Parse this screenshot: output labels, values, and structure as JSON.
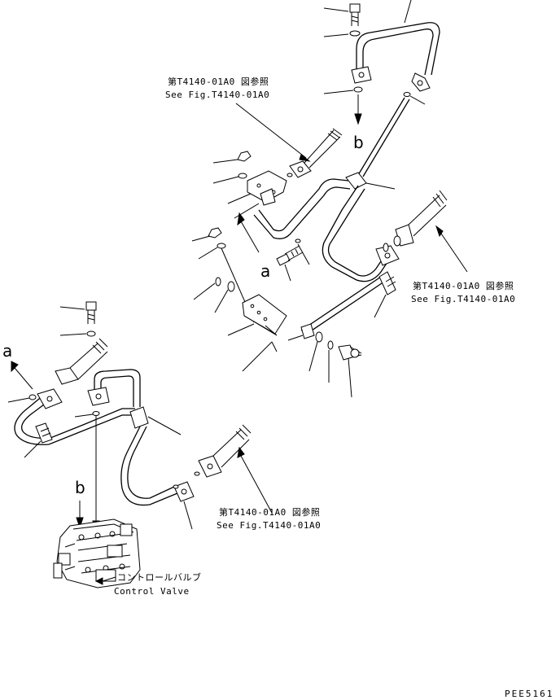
{
  "callouts": {
    "top": {
      "jp": "第T4140-01A0 図参照",
      "en": "See Fig.T4140-01A0"
    },
    "right": {
      "jp": "第T4140-01A0 図参照",
      "en": "See Fig.T4140-01A0"
    },
    "bottom": {
      "jp": "第T4140-01A0 図参照",
      "en": "See Fig.T4140-01A0"
    }
  },
  "markers": {
    "b_top": "b",
    "a_mid": "a",
    "a_left": "a",
    "b_left": "b"
  },
  "valve": {
    "jp": "コントロールバルブ",
    "en": "Control Valve"
  },
  "page_code": "PEE5161"
}
